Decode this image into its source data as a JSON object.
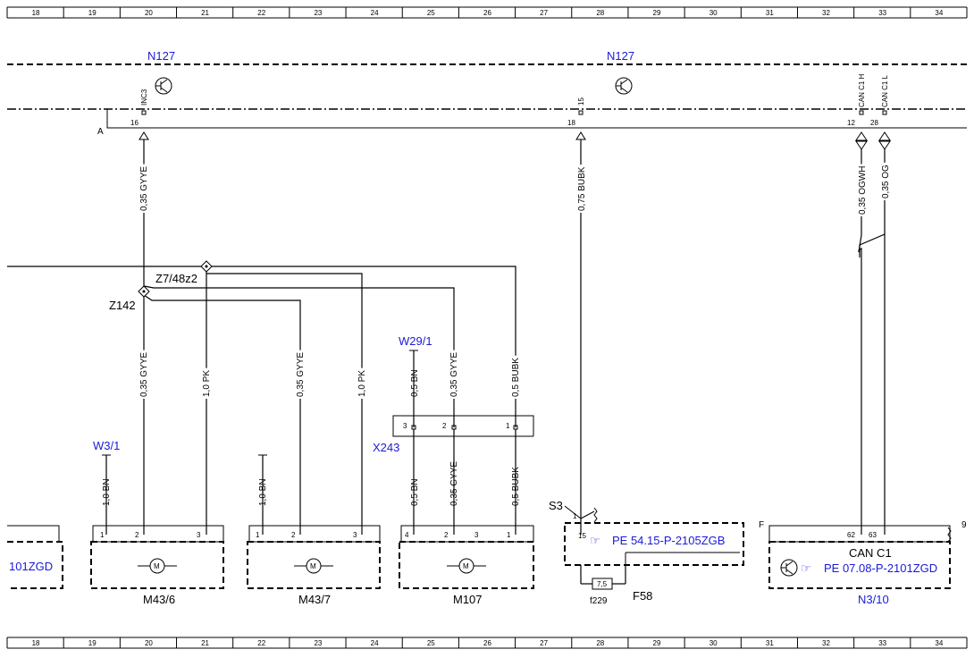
{
  "ruler": [
    "18",
    "19",
    "20",
    "21",
    "22",
    "23",
    "24",
    "25",
    "26",
    "27",
    "28",
    "29",
    "30",
    "31",
    "32",
    "33",
    "34"
  ],
  "modules": {
    "n127_left": "N127",
    "n127_right": "N127",
    "pin_labels": {
      "inc3": "INC3",
      "p15": "15",
      "canc1h": "CAN C1 H",
      "canc1l": "CAN C1 L"
    },
    "pin_numbers": {
      "p16": "16",
      "p18": "18",
      "p12": "12",
      "p28": "28"
    },
    "a_label": "A"
  },
  "wires": {
    "w1": "0,35 GYYE",
    "w2": "0,75 BUBK",
    "w3": "0,35 OGWH",
    "w4": "0,35 OG",
    "w5": "0,35 GYYE",
    "w6": "1,0 PK",
    "w7": "0,35 GYYE",
    "w8": "1,0 PK",
    "w9": "0,5 BN",
    "w10": "0,35 GYYE",
    "w11": "0,5 BUBK",
    "w12": "1,0 BN",
    "w13": "1,0 BN",
    "w14": "0,5 BN",
    "w15": "0,35 GYYE",
    "w16": "0,5 BUBK"
  },
  "splices": {
    "z7": "Z7/48z2",
    "z142": "Z142"
  },
  "grounds": {
    "w29": "W29/1",
    "w3": "W3/1"
  },
  "connector": {
    "name": "X243",
    "pins": [
      "3",
      "2",
      "1"
    ]
  },
  "components": {
    "m43_6": {
      "name": "M43/6",
      "pins": [
        "1",
        "2",
        "3"
      ]
    },
    "m43_7": {
      "name": "M43/7",
      "pins": [
        "1",
        "2",
        "3"
      ]
    },
    "m107": {
      "name": "M107",
      "pins": [
        "4",
        "2",
        "3",
        "1"
      ]
    },
    "left_ref": "101ZGD",
    "s3": {
      "name": "S3",
      "pin_top": "1",
      "pin_mid": "15",
      "ref": "PE 54.15-P-2105ZGB"
    },
    "fuse": {
      "value": "7,5",
      "id": "f229",
      "name": "F58"
    },
    "n3_10": {
      "name": "N3/10",
      "label_f": "F",
      "label_9": "9",
      "pins": [
        "62",
        "63"
      ],
      "bus": "CAN C1",
      "ref": "PE 07.08-P-2101ZGD"
    }
  }
}
